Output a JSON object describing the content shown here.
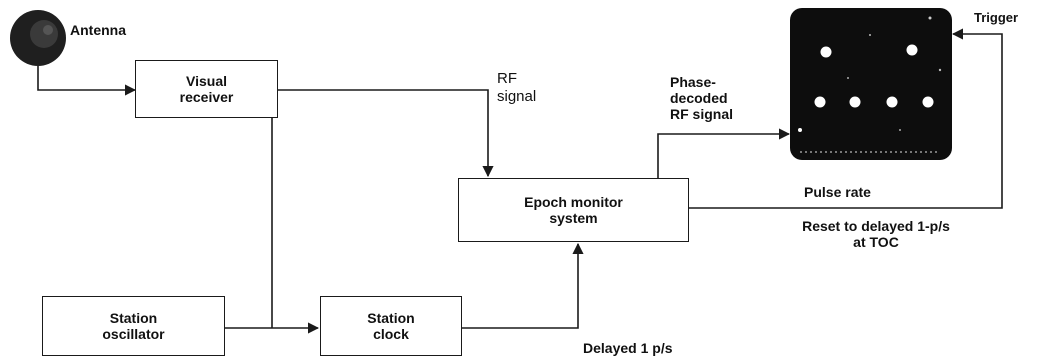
{
  "blocks": {
    "visual_receiver": {
      "line1": "Visual",
      "line2": "receiver"
    },
    "epoch_monitor": {
      "line1": "Epoch monitor",
      "line2": "system"
    },
    "station_oscillator": {
      "line1": "Station",
      "line2": "oscillator"
    },
    "station_clock": {
      "line1": "Station",
      "line2": "clock"
    }
  },
  "labels": {
    "antenna": "Antenna",
    "rf_signal": {
      "line1": "RF",
      "line2": "signal"
    },
    "phase_decoded": {
      "line1": "Phase-",
      "line2": "decoded",
      "line3": "RF signal"
    },
    "trigger": "Trigger",
    "pulse_rate": "Pulse rate",
    "reset": {
      "line1": "Reset to delayed 1-p/s",
      "line2": "at TOC"
    },
    "delayed_pps": "Delayed 1 p/s"
  },
  "colors": {
    "line": "#1a1a1a",
    "scope_screen": "#0d0d0d",
    "scope_dot": "#ffffff"
  }
}
